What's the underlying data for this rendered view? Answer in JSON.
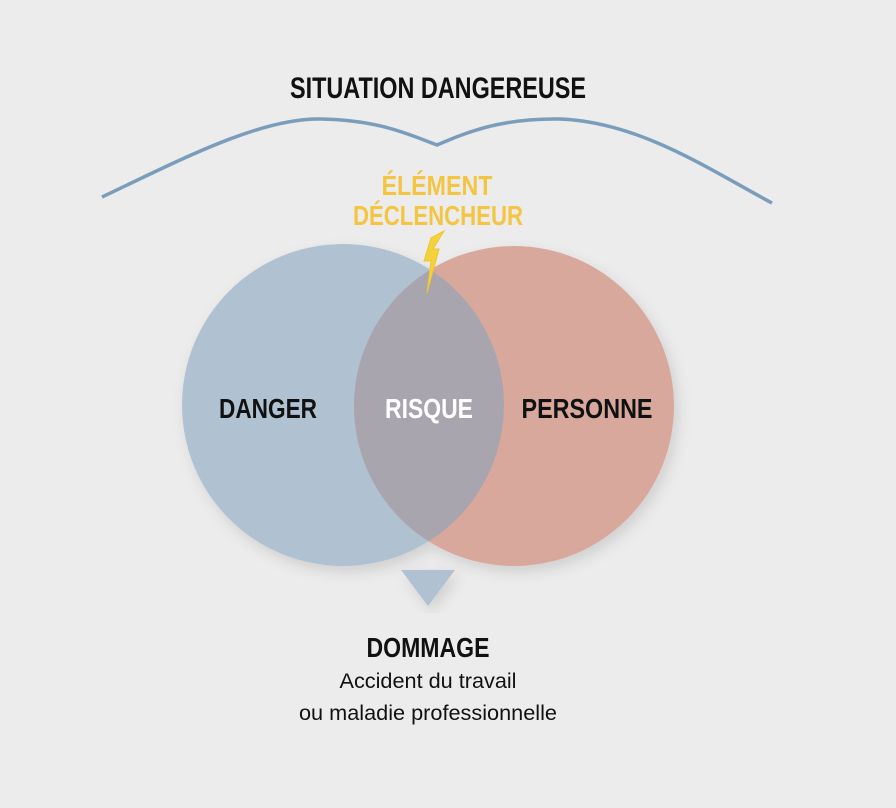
{
  "title": "SITUATION DANGEREUSE",
  "trigger": {
    "line1": "ÉLÉMENT",
    "line2": "DÉCLENCHEUR",
    "icon": "lightning-icon"
  },
  "circles": {
    "left": "DANGER",
    "center": "RISQUE",
    "right": "PERSONNE"
  },
  "outcome": {
    "title": "DOMMAGE",
    "line1": "Accident du travail",
    "line2": "ou maladie professionnelle"
  },
  "colors": {
    "background": "#ececec",
    "danger": "#b0c1d2",
    "personne": "#d9a89c",
    "risque": "#a9a5ae",
    "trigger": "#f4c542",
    "curve": "#7b9dbc"
  }
}
